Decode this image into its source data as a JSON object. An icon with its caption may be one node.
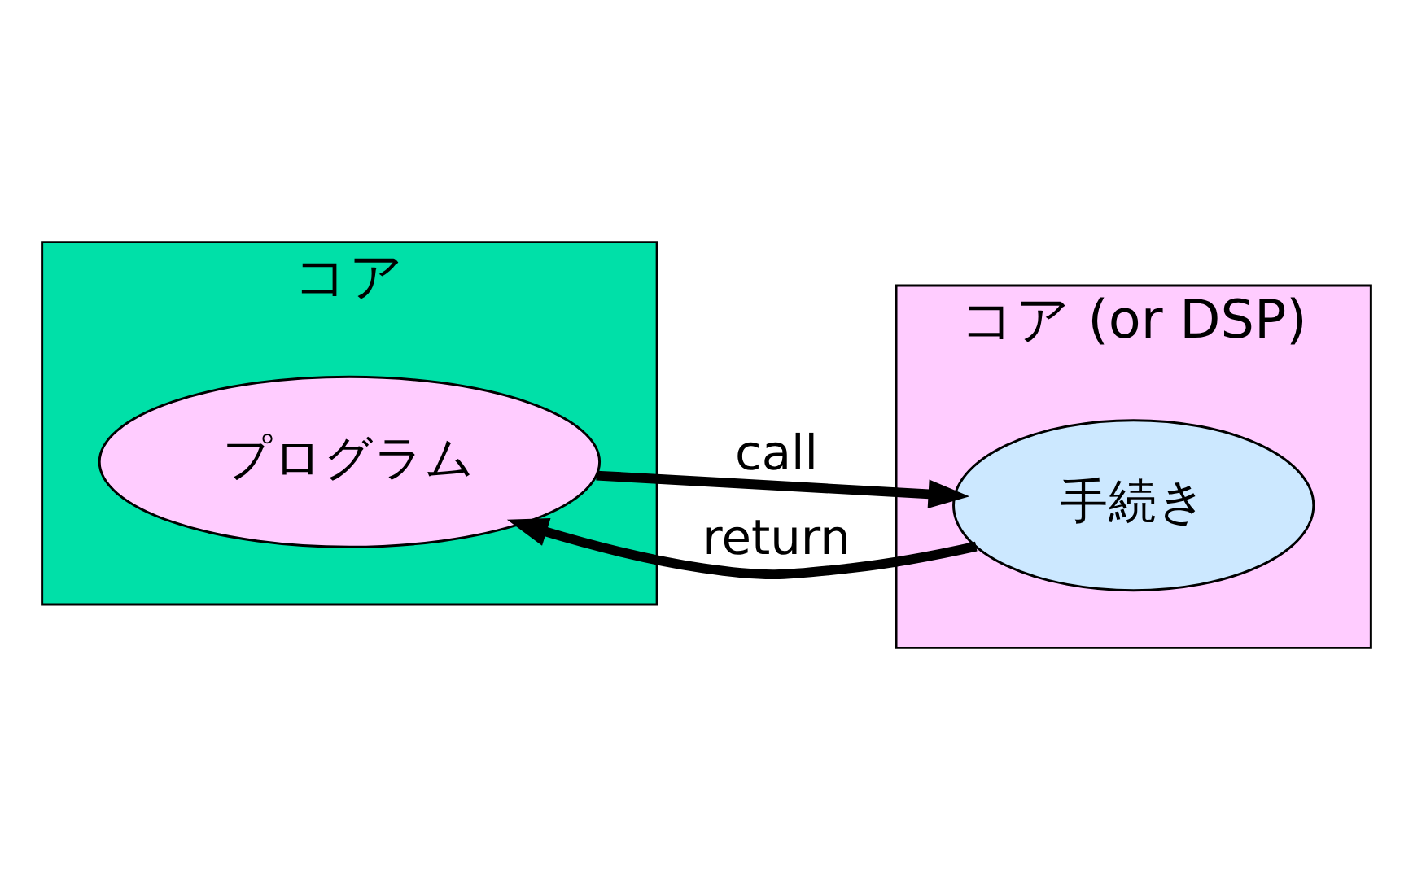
{
  "diagram": {
    "nodes": [
      {
        "text": [
          "コア"
        ]
      },
      {
        "text": [
          "プログラム"
        ],
        "in": 0
      },
      {
        "text": [
          "コア (or DSP)"
        ]
      },
      {
        "text": [
          "手続き"
        ],
        "in": 2
      }
    ],
    "edges": [
      {
        "from": 1,
        "to": 3,
        "arrow": "to",
        "label": "call"
      },
      {
        "from": 3,
        "to": 1,
        "arrow": "to",
        "label": "return"
      }
    ]
  }
}
